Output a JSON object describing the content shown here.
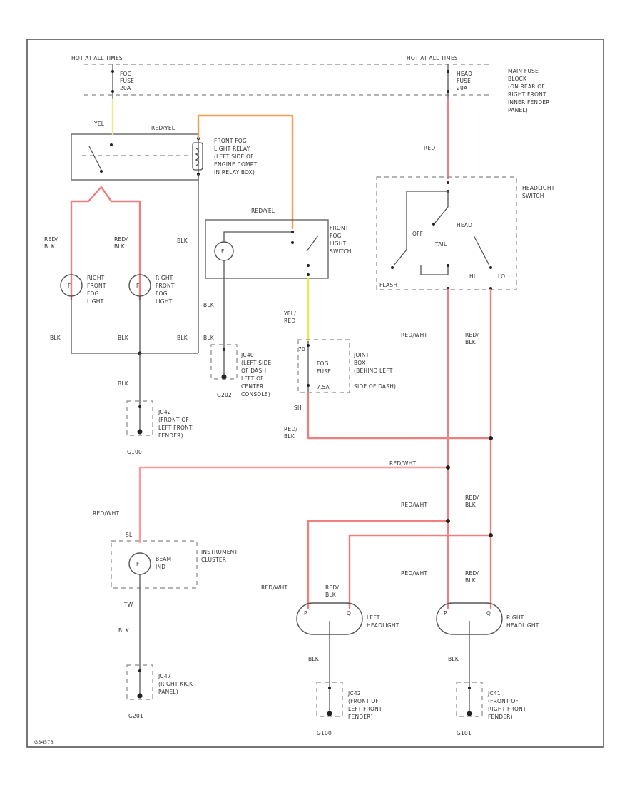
{
  "colors": {
    "red": "#f08080",
    "red_blk": "#e07070",
    "orange": "#f0a050",
    "yellow": "#e8e850",
    "yellow_pale": "#f0f0a0",
    "black": "#666666",
    "frame": "#555555"
  },
  "power": {
    "left_hot": "HOT AT ALL TIMES",
    "right_hot": "HOT AT ALL TIMES",
    "fog_fuse": [
      "FOG",
      "FUSE",
      "20A"
    ],
    "head_fuse": [
      "HEAD",
      "FUSE",
      "20A"
    ],
    "fuse_block": [
      "MAIN FUSE",
      "BLOCK",
      "(ON REAR OF",
      "RIGHT FRONT",
      "INNER FENDER",
      "PANEL)"
    ]
  },
  "wire_labels": {
    "yel": "YEL",
    "red_yel_top": "RED/YEL",
    "red_yel_switch": "RED/YEL",
    "red_blk_1": [
      "RED/",
      "BLK"
    ],
    "red_blk_2": [
      "RED/",
      "BLK"
    ],
    "blk_relay": "BLK",
    "blk_left": "BLK",
    "blk_mid": "BLK",
    "blk_right": "BLK",
    "blk_switch": "BLK",
    "blk_g202": "BLK",
    "blk_ground": "BLK",
    "yel_red": [
      "YEL/",
      "RED"
    ],
    "red": "RED",
    "red_wht_1": "RED/WHT",
    "red_blk_3": [
      "RED/",
      "BLK"
    ],
    "red_blk_4": [
      "RED/",
      "BLK"
    ],
    "red_wht_2": "RED/WHT",
    "red_wht_3": "RED/WHT",
    "red_wht_4": "RED/WHT",
    "red_blk_5": [
      "RED/",
      "BLK"
    ],
    "red_wht_5": "RED/WHT",
    "red_blk_6": [
      "RED/",
      "BLK"
    ],
    "red_wht_6": "RED/WHT",
    "red_blk_7": [
      "RED/",
      "BLK"
    ],
    "blk_cluster": "BLK",
    "blk_lh": "BLK",
    "blk_rh": "BLK",
    "tw": "TW",
    "sl": "SL",
    "sh": "SH",
    "num_70": "70"
  },
  "components": {
    "fog_relay": [
      "FRONT FOG",
      "LIGHT RELAY",
      "(LEFT SIDE OF",
      "ENGINE COMPT,",
      "IN RELAY BOX)"
    ],
    "fog_switch": [
      "FRONT",
      "FOG",
      "LIGHT",
      "SWITCH"
    ],
    "headlight_switch": [
      "HEADLIGHT",
      "SWITCH"
    ],
    "hs_off": "OFF",
    "hs_head": "HEAD",
    "hs_tail": "TAIL",
    "hs_hi": "HI",
    "hs_lo": "LO",
    "hs_flash": "FLASH",
    "right_fog_a": [
      "RIGHT",
      "FRONT",
      "FOG",
      "LIGHT"
    ],
    "right_fog_b": [
      "RIGHT",
      "FRONT",
      "FOG",
      "LIGHT"
    ],
    "jc_dash": [
      "JC40",
      "(LEFT SIDE",
      "OF DASH,",
      "LEFT OF",
      "CENTER",
      "CONSOLE)"
    ],
    "fog_fuse_2": [
      "FOG",
      "FUSE",
      "7.5A"
    ],
    "joint_box": [
      "JOINT",
      "BOX",
      "(BEHIND LEFT",
      "SIDE OF DASH)"
    ],
    "g202": "G202",
    "jc_left_top": [
      "JC42",
      "(FRONT OF",
      "LEFT FRONT",
      "FENDER)"
    ],
    "g100": "G100",
    "instrument": [
      "INSTRUMENT",
      "CLUSTER"
    ],
    "beam_ind": [
      "BEAM",
      "IND"
    ],
    "left_headlight": [
      "LEFT",
      "HEADLIGHT"
    ],
    "right_headlight": [
      "RIGHT",
      "HEADLIGHT"
    ],
    "jc_right_kick": [
      "JC47",
      "(RIGHT KICK",
      "PANEL)"
    ],
    "g201": "G201",
    "jc_left_bottom": [
      "JC42",
      "(FRONT OF",
      "LEFT FRONT",
      "FENDER)"
    ],
    "g100b": "G100",
    "jc_right_front": [
      "JC41",
      "(FRONT OF",
      "RIGHT FRONT",
      "FENDER)"
    ],
    "g101": "G101"
  },
  "footer": {
    "code": "G34573"
  }
}
